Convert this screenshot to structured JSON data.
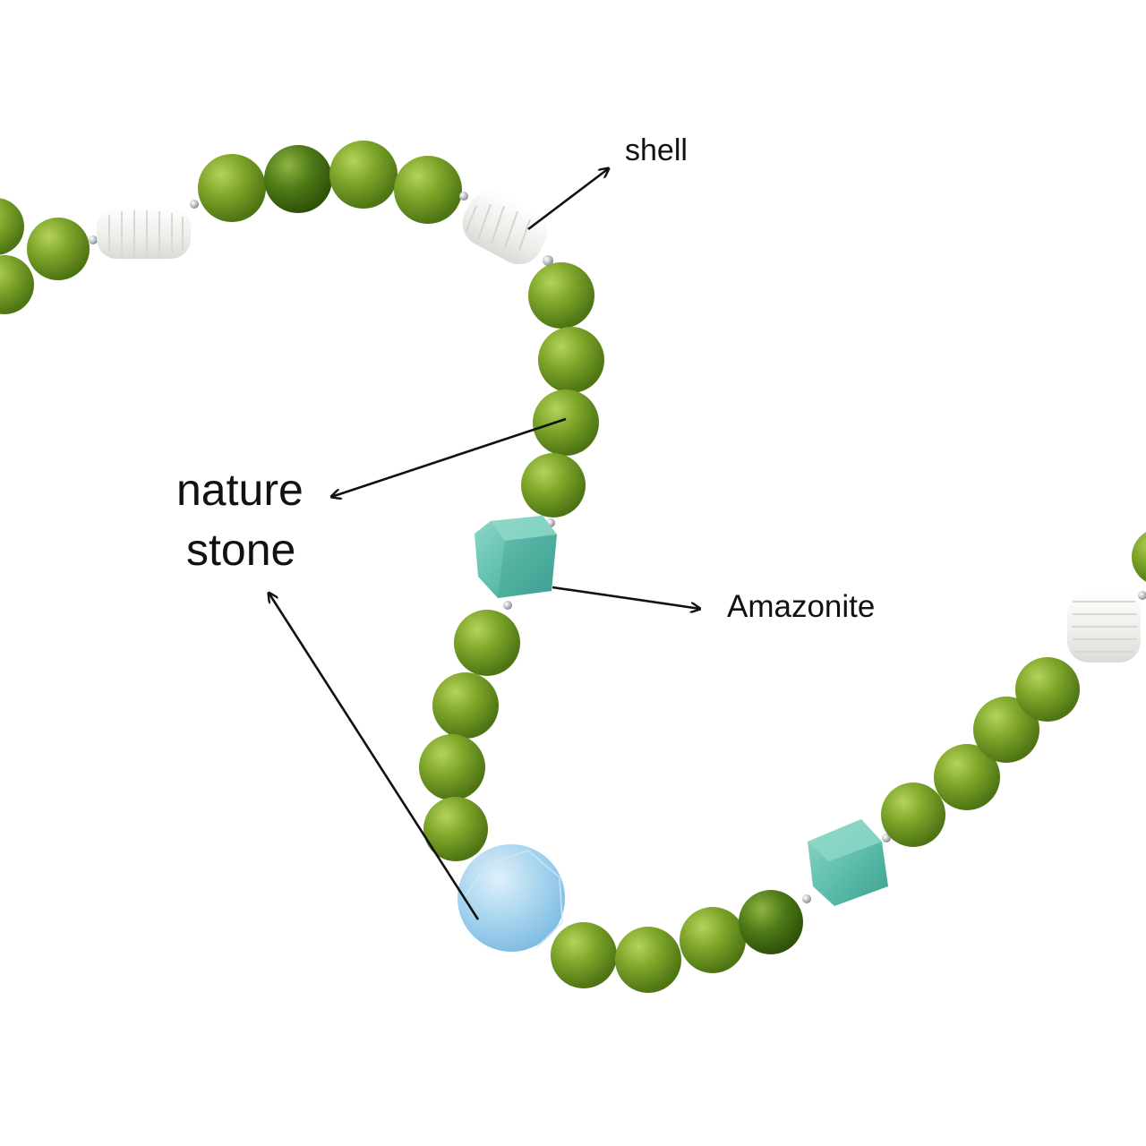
{
  "labels": {
    "shell": "shell",
    "nature": "nature",
    "stone": "stone",
    "amazonite": "Amazonite"
  },
  "colors": {
    "background": "#ffffff",
    "green_bead": "#7ea42a",
    "dark_green_bead": "#4c7a16",
    "amazonite": "#5dc1b0",
    "aquamarine": "#a9d6ef",
    "shell": "#f3f4f1",
    "arrow": "#111111"
  }
}
